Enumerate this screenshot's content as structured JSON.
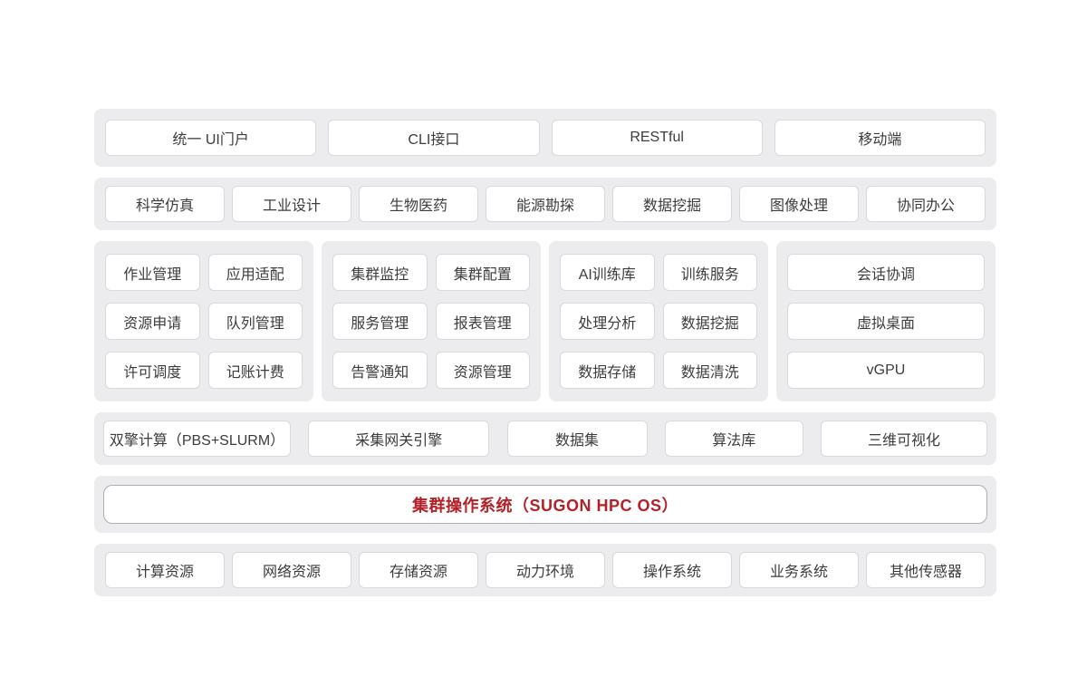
{
  "diagram": {
    "access_layer": {
      "items": [
        "统一 UI门户",
        "CLI接口",
        "RESTful",
        "移动端"
      ]
    },
    "application_layer": {
      "items": [
        "科学仿真",
        "工业设计",
        "生物医药",
        "能源勘探",
        "数据挖掘",
        "图像处理",
        "协同办公"
      ]
    },
    "module_panels": [
      {
        "items": [
          "作业管理",
          "应用适配",
          "资源申请",
          "队列管理",
          "许可调度",
          "记账计费"
        ]
      },
      {
        "items": [
          "集群监控",
          "集群配置",
          "服务管理",
          "报表管理",
          "告警通知",
          "资源管理"
        ]
      },
      {
        "items": [
          "AI训练库",
          "训练服务",
          "处理分析",
          "数据挖掘",
          "数据存储",
          "数据清洗"
        ]
      },
      {
        "items": [
          "会话协调",
          "虚拟桌面",
          "vGPU"
        ]
      }
    ],
    "engine_layer": {
      "items": [
        "双擎计算（PBS+SLURM）",
        "采集网关引擎",
        "数据集",
        "算法库",
        "三维可视化"
      ]
    },
    "os_layer": {
      "title": "集群操作系统（SUGON HPC OS）"
    },
    "resource_layer": {
      "items": [
        "计算资源",
        "网络资源",
        "存储资源",
        "动力环境",
        "操作系统",
        "业务系统",
        "其他传感器"
      ]
    },
    "colors": {
      "band_background": "#ececee",
      "box_border": "#d9d9dc",
      "os_accent": "#b42128",
      "text": "#3c3c3f"
    }
  }
}
